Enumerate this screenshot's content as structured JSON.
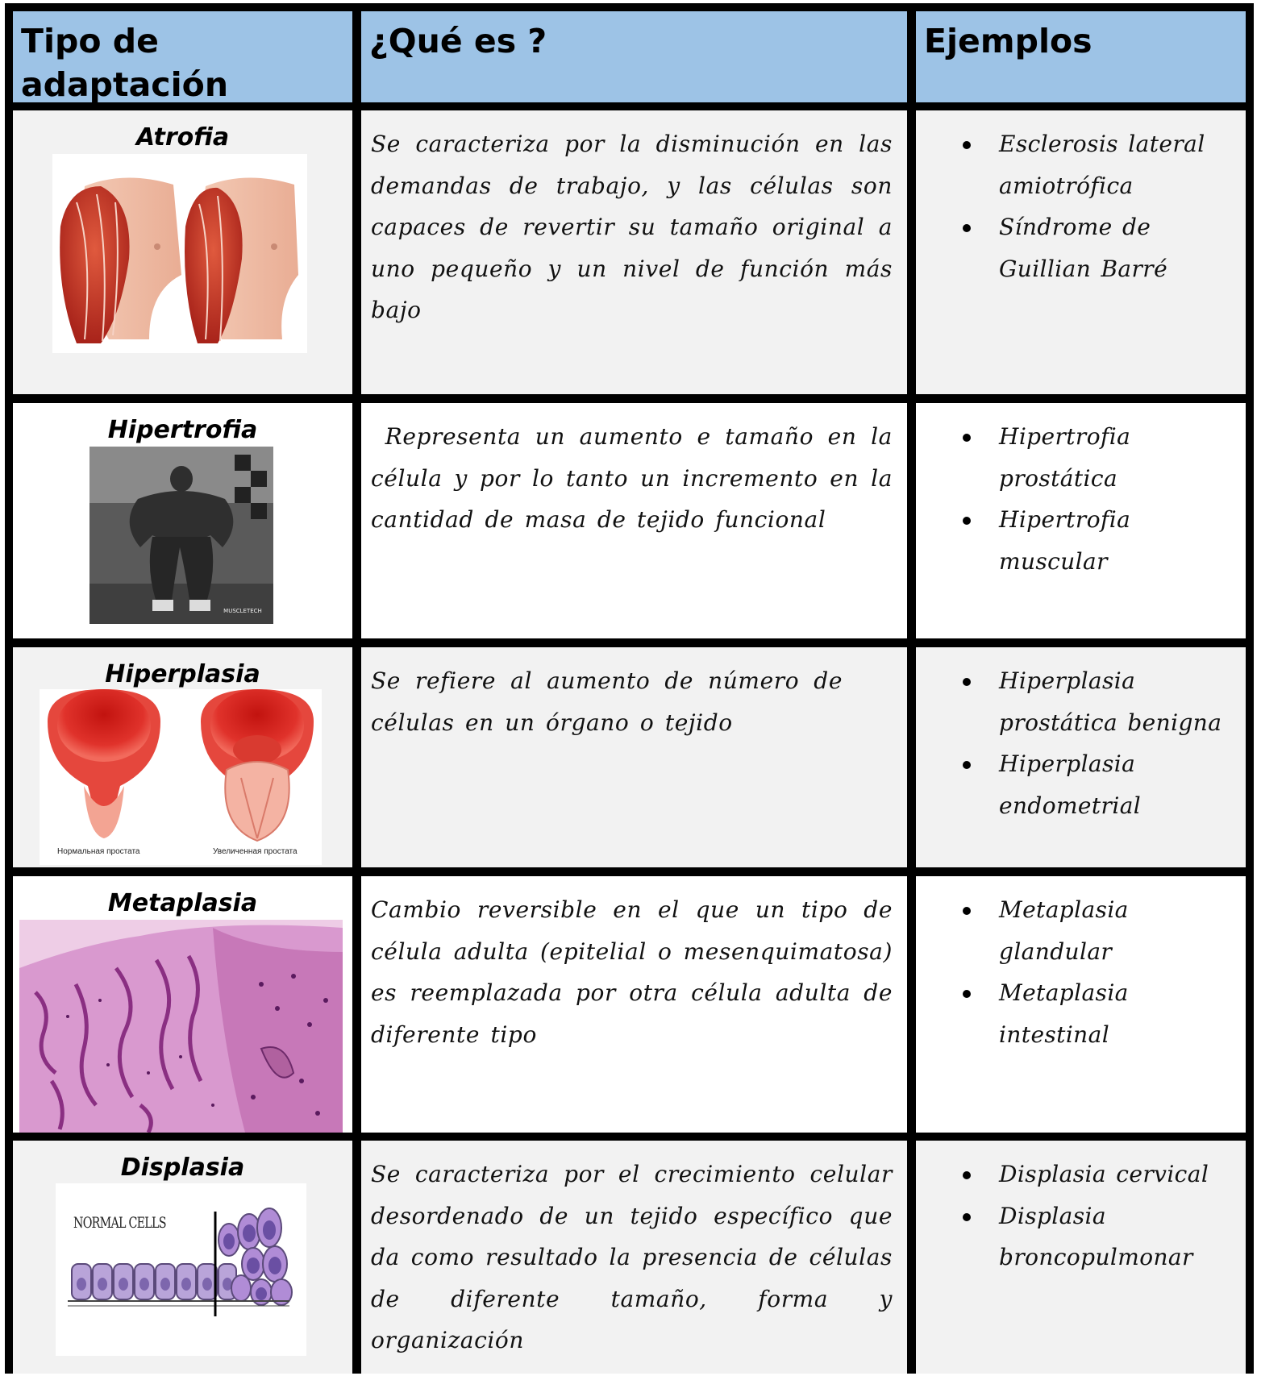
{
  "header": {
    "col1": "Tipo de adaptación",
    "col2": "¿Qué es ?",
    "col3": "Ejemplos"
  },
  "rows": [
    {
      "type": "Atrofia",
      "description": "Se caracteriza por la disminución en las demandas de trabajo, y las células son capaces de revertir su tamaño original a uno pequeño y un nivel de función más bajo",
      "examples": [
        "Esclerosis lateral amiotrófica",
        "Síndrome de Guillian Barré"
      ]
    },
    {
      "type": "Hipertrofia",
      "description": " Representa un aumento e tamaño en la célula y por lo tanto un incremento en la cantidad de masa de tejido funcional",
      "examples": [
        "Hipertrofia prostática",
        "Hipertrofia muscular"
      ],
      "image_watermark": "MUSCLETECH"
    },
    {
      "type": "Hiperplasia",
      "description": "Se refiere al aumento de número de células en un órgano o tejido",
      "examples": [
        "Hiperplasia prostática benigna",
        "Hiperplasia endometrial"
      ],
      "image_captions": [
        "Нормальная простата",
        "Увеличенная простата"
      ]
    },
    {
      "type": "Metaplasia",
      "description": "Cambio reversible en el que un tipo de célula adulta (epitelial o mesenquimatosa) es reemplazada por otra célula adulta de diferente tipo",
      "examples": [
        "Metaplasia glandular",
        "Metaplasia intestinal"
      ]
    },
    {
      "type": "Displasia",
      "description": "Se caracteriza por el crecimiento celular desordenado de un tejido específico que da como resultado la presencia de células de diferente tamaño, forma y organización",
      "examples": [
        "Displasia cervical",
        "Displasia broncopulmonar"
      ],
      "image_label": "NORMAL CELLS"
    }
  ],
  "icons": {
    "row1_image": "arm-muscle-atrophy-illustration",
    "row2_image": "bodybuilder-photo",
    "row3_image": "prostate-illustration",
    "row4_image": "histology-slide",
    "row5_image": "cell-layer-diagram"
  },
  "colors": {
    "header": "#9dc3e6",
    "grey_row": "#f2f2f2",
    "border": "#000000"
  }
}
